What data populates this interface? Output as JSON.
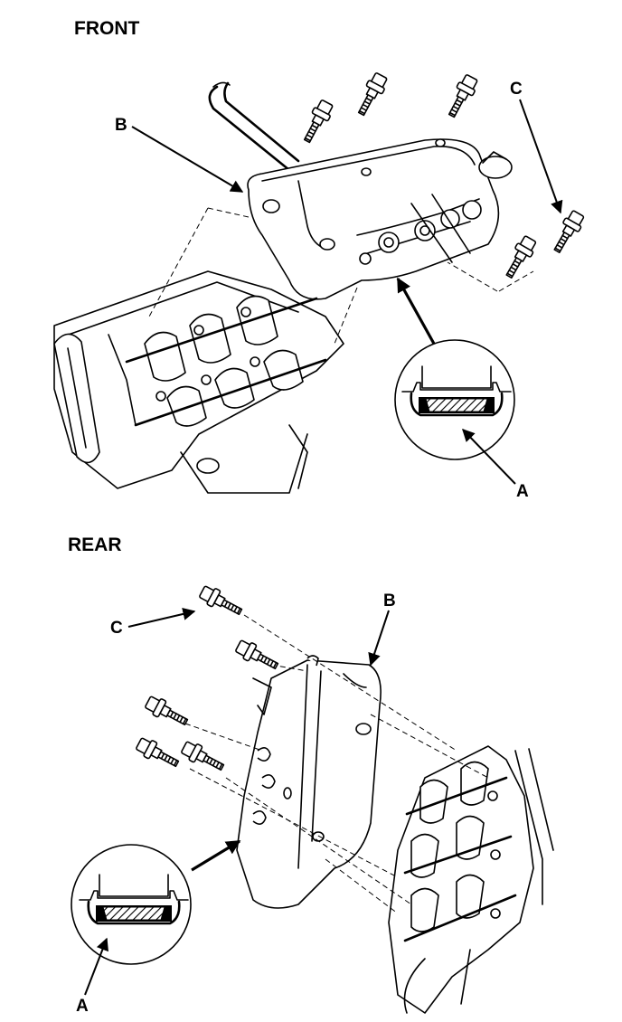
{
  "sections": {
    "front": {
      "title": "FRONT"
    },
    "rear": {
      "title": "REAR"
    }
  },
  "callouts": {
    "front": {
      "a": "A",
      "b": "B",
      "c": "C"
    },
    "rear": {
      "a": "A",
      "b": "B",
      "c": "C"
    }
  }
}
